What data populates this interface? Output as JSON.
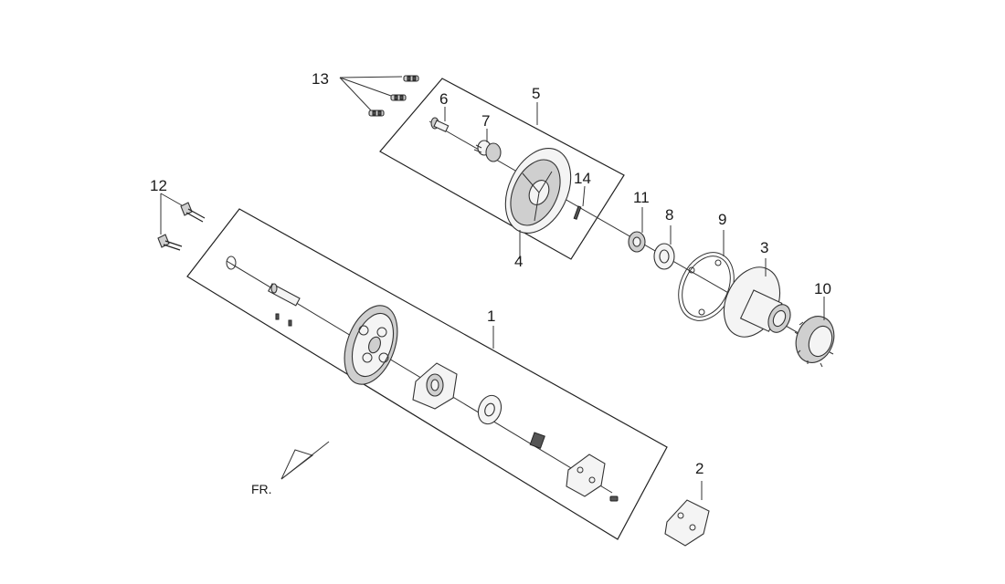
{
  "diagram": {
    "callouts": [
      {
        "id": "1",
        "text": "1"
      },
      {
        "id": "2",
        "text": "2"
      },
      {
        "id": "3",
        "text": "3"
      },
      {
        "id": "4",
        "text": "4"
      },
      {
        "id": "5",
        "text": "5"
      },
      {
        "id": "6",
        "text": "6"
      },
      {
        "id": "7",
        "text": "7"
      },
      {
        "id": "8",
        "text": "8"
      },
      {
        "id": "9",
        "text": "9"
      },
      {
        "id": "10",
        "text": "10"
      },
      {
        "id": "11",
        "text": "11"
      },
      {
        "id": "12",
        "text": "12"
      },
      {
        "id": "13",
        "text": "13"
      },
      {
        "id": "14",
        "text": "14"
      }
    ],
    "direction_label": "FR."
  }
}
